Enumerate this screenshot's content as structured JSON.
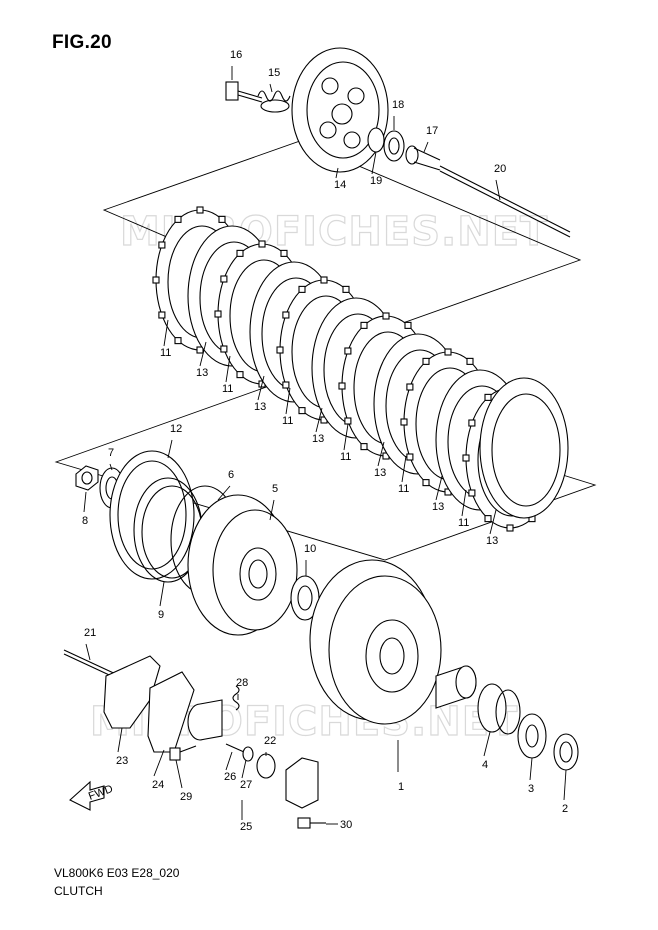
{
  "title": "FIG.20",
  "code": "VL800K6 E03 E28_020",
  "caption": "CLUTCH",
  "watermark": "MICROFICHES.NET",
  "fwd_label": "FWD",
  "callouts": [
    "1",
    "2",
    "3",
    "4",
    "5",
    "6",
    "7",
    "8",
    "9",
    "10",
    "11",
    "12",
    "13",
    "14",
    "15",
    "16",
    "17",
    "18",
    "19",
    "20",
    "21",
    "22",
    "23",
    "24",
    "25",
    "26",
    "27",
    "28",
    "29",
    "30"
  ],
  "plate_labels": {
    "friction": "11",
    "driven": "13"
  }
}
